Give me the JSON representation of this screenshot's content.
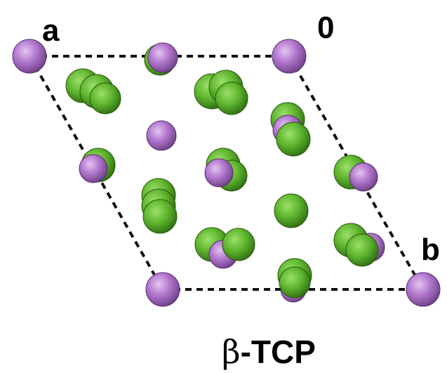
{
  "diagram": {
    "axis_labels": {
      "a": "a",
      "origin": "0",
      "b": "b"
    },
    "title_symbol": "β",
    "title_text": "-TCP",
    "colors": {
      "calcium": "#b57ad0",
      "phosphate": "#5fb52e",
      "cell_edge": "#111111",
      "background": "#ffffff"
    }
  }
}
